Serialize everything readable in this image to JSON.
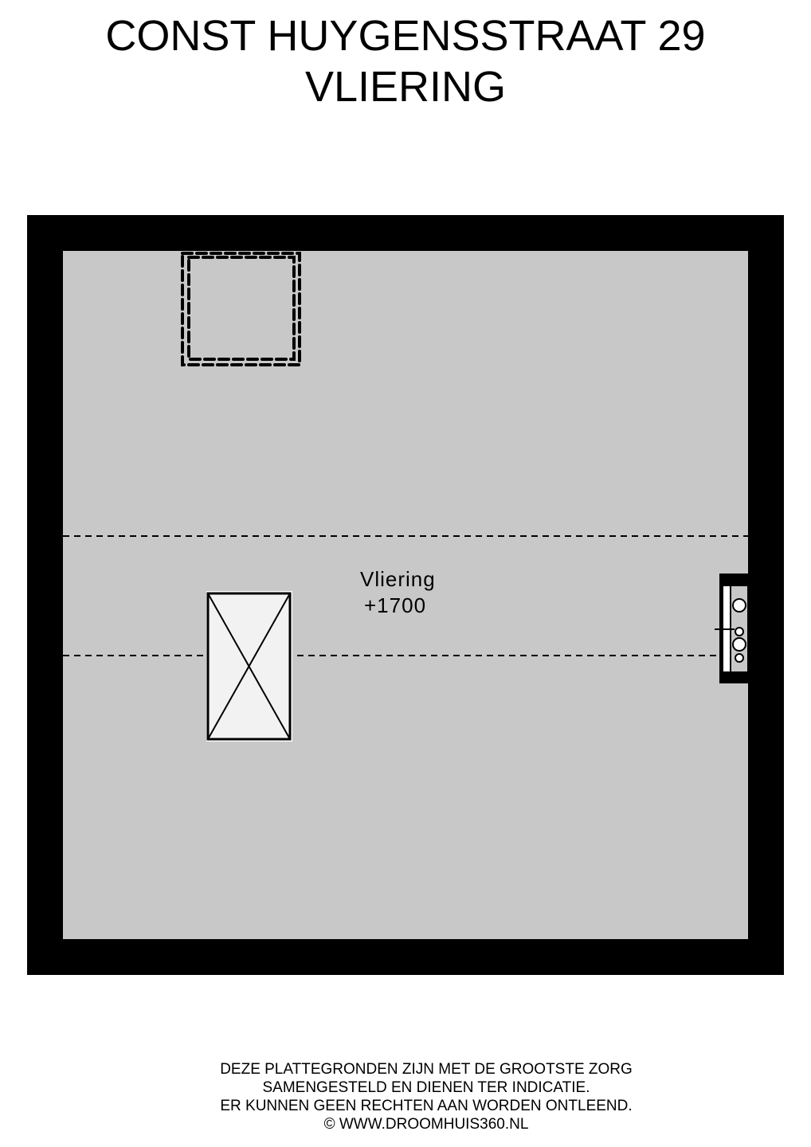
{
  "header": {
    "address": "CONST HUYGENSSTRAAT 29",
    "floor": "VLIERING"
  },
  "room": {
    "name": "Vliering",
    "level": "+1700"
  },
  "disclaimer": {
    "lines": [
      "DEZE PLATTEGRONDEN ZIJN MET DE GROOTSTE ZORG",
      "SAMENGESTELD EN DIENEN TER INDICATIE.",
      "ER KUNNEN GEEN RECHTEN AAN WORDEN ONTLEEND.",
      "© WWW.DROOMHUIS360.NL"
    ]
  },
  "colors": {
    "wall": "#000000",
    "floor": "#c8c8c8",
    "skylight": "#f2f2f2"
  }
}
